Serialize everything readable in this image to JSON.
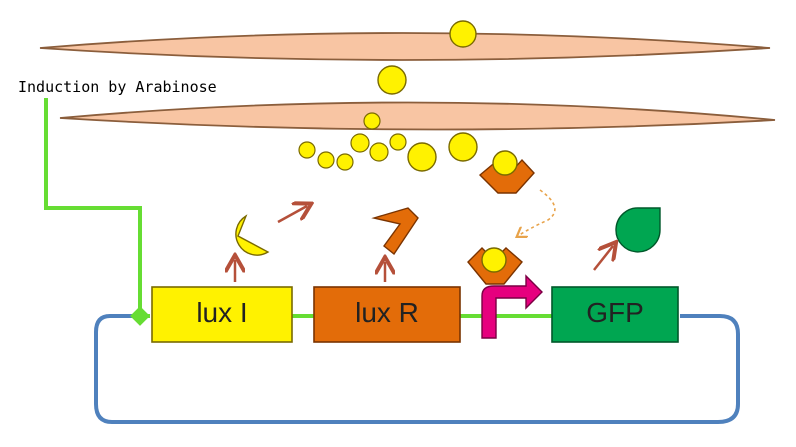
{
  "induction_label": "Induction by Arabinose",
  "genes": [
    {
      "name": "lux I",
      "color": "#FFF200"
    },
    {
      "name": "lux R",
      "color": "#E36C09"
    },
    {
      "name": "GFP",
      "color": "#00A651"
    }
  ],
  "colors": {
    "membrane": "#F8C5A3",
    "membrane_outline": "#8B5E3C",
    "ahl": "#FFF200",
    "luxr_protein": "#E36C09",
    "promoter": "#E6007E",
    "plasmid": "#4F81BD",
    "induction_line": "#66DD33",
    "arrow": "#B5503A",
    "gfp_protein": "#00A651"
  }
}
